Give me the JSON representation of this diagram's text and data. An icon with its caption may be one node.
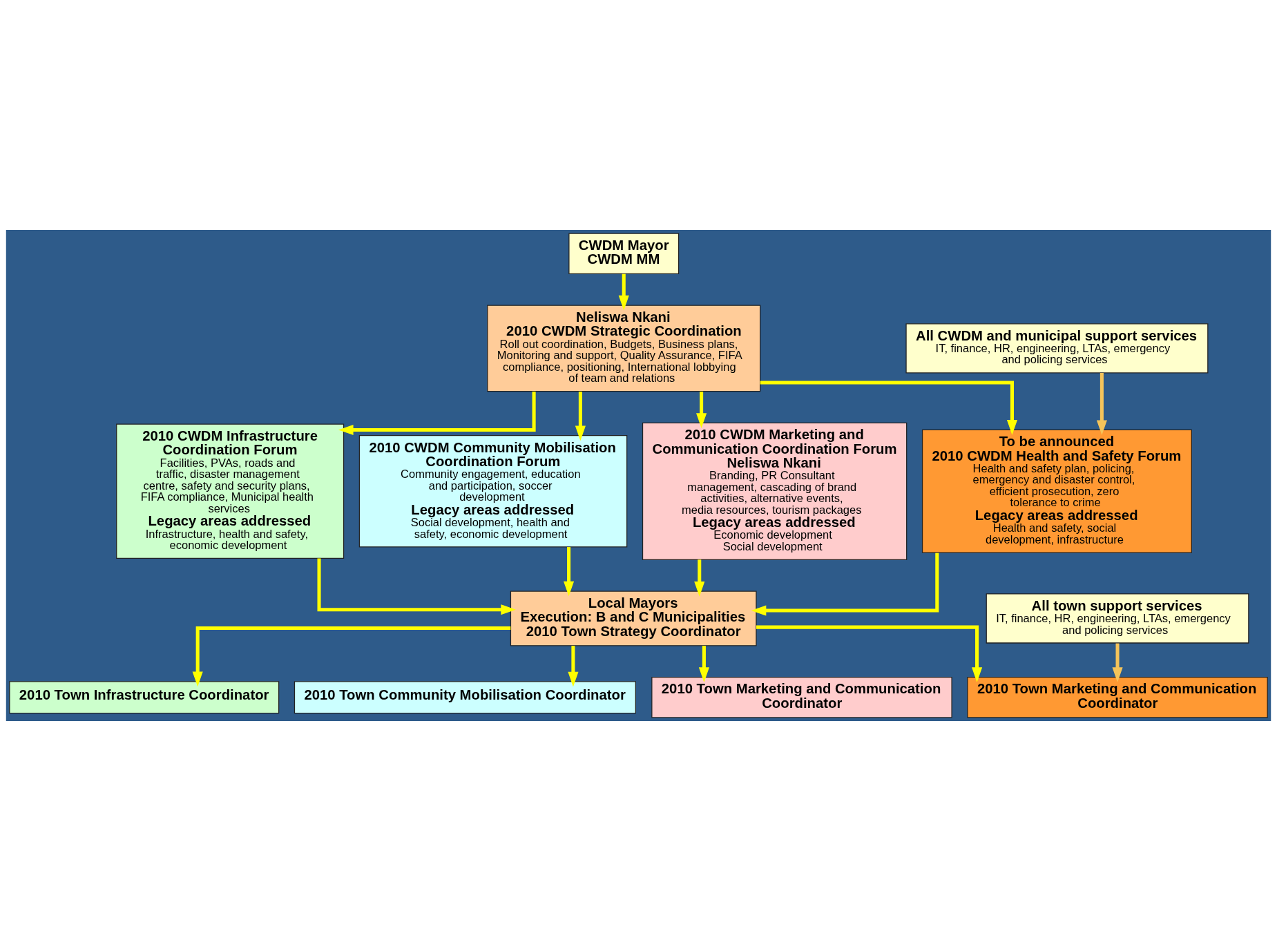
{
  "diagram": {
    "nodes": [
      {
        "text": [
          "CWDM Mayor",
          "CWDM MM"
        ]
      },
      {
        "text": [
          "Neliswa Nkani",
          "2010 CWDM Strategic Coordination",
          "Roll out coordination, Budgets, Business plans, Monitoring and support, Quality Assurance, FIFA compliance, positioning, International lobbying of team and relations"
        ]
      },
      {
        "text": [
          "All CWDM and municipal support services",
          "IT, finance, HR, engineering, LTAs, emergency and policing services"
        ]
      },
      {
        "text": [
          "2010 CWDM Infrastructure Coordination Forum",
          "Facilities, PVAs, roads and traffic, disaster management centre, safety and security plans, FIFA compliance, Municipal health services",
          "Legacy areas addressed",
          "Infrastructure, health and safety, economic development"
        ]
      },
      {
        "text": [
          "2010 CWDM Community Mobilisation Coordination Forum",
          "Community engagement, education and participation, soccer development",
          "Legacy areas addressed",
          "Social development, health and safety, economic development"
        ]
      },
      {
        "text": [
          "2010 CWDM Marketing and Communication Coordination Forum",
          "Neliswa Nkani",
          "Branding, PR Consultant management, cascading of brand activities, alternative events, media resources, tourism packages",
          "Legacy areas addressed",
          "Economic development",
          "Social development"
        ]
      },
      {
        "text": [
          "To be announced",
          "2010 CWDM Health and Safety Forum",
          "Health and safety plan, policing, emergency and disaster control, efficient prosecution, zero tolerance to crime",
          "Legacy areas addressed",
          "Health and safety, social development, infrastructure"
        ]
      },
      {
        "text": [
          "Local Mayors",
          "Execution: B and C Municipalities",
          "2010 Town Strategy Coordinator"
        ]
      },
      {
        "text": [
          "All town support services",
          "IT, finance, HR, engineering, LTAs, emergency and policing services"
        ]
      },
      {
        "text": [
          "2010 Town Infrastructure Coordinator"
        ]
      },
      {
        "text": [
          "2010 Town Community Mobilisation Coordinator"
        ]
      },
      {
        "text": [
          "2010 Town Marketing and Communication Coordinator"
        ]
      },
      {
        "text": [
          "2010 Town Marketing and Communication Coordinator"
        ]
      }
    ],
    "edges": [
      {
        "from": 0,
        "to": 1,
        "arrow": "to"
      },
      {
        "from": 1,
        "to": 3,
        "arrow": "to"
      },
      {
        "from": 1,
        "to": 4,
        "arrow": "to"
      },
      {
        "from": 1,
        "to": 5,
        "arrow": "to"
      },
      {
        "from": 1,
        "to": 6,
        "arrow": "to"
      },
      {
        "from": 2,
        "to": 6,
        "arrow": "to",
        "color": "#f5c45a"
      },
      {
        "from": 3,
        "to": 7,
        "arrow": "to"
      },
      {
        "from": 4,
        "to": 7,
        "arrow": "to"
      },
      {
        "from": 5,
        "to": 7,
        "arrow": "to"
      },
      {
        "from": 6,
        "to": 7,
        "arrow": "to"
      },
      {
        "from": 7,
        "to": 9,
        "arrow": "to"
      },
      {
        "from": 7,
        "to": 10,
        "arrow": "to"
      },
      {
        "from": 7,
        "to": 11,
        "arrow": "to"
      },
      {
        "from": 7,
        "to": 12,
        "arrow": "to"
      },
      {
        "from": 8,
        "to": 12,
        "arrow": "to",
        "color": "#f5c45a"
      }
    ]
  }
}
